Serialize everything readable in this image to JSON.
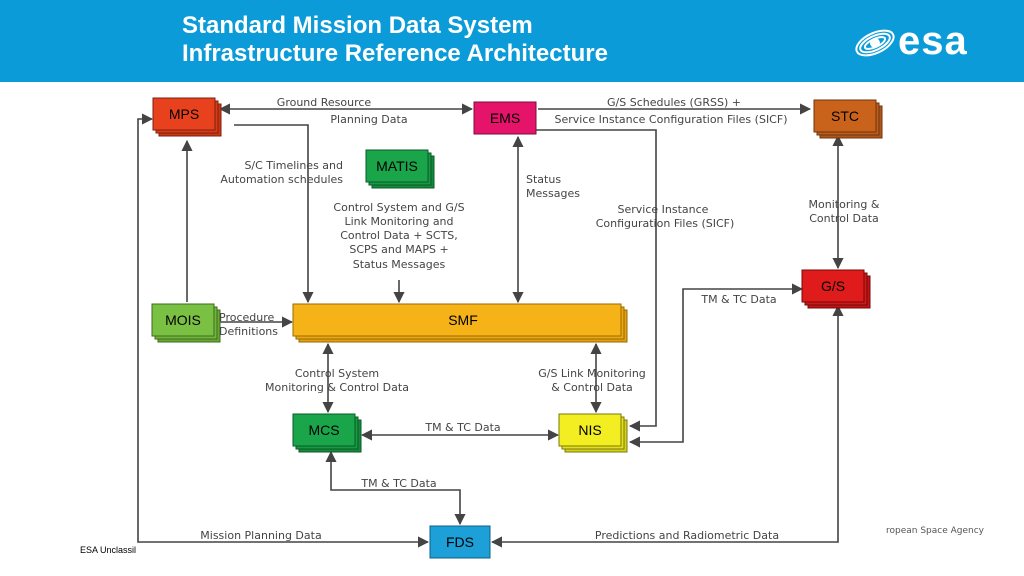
{
  "header": {
    "title_line1": "Standard Mission Data System",
    "title_line2": "Infrastructure Reference Architecture",
    "logo_text": "esa",
    "background_color": "#0a9bd8"
  },
  "footer": {
    "classification": "ESA Unclassil",
    "agency": "ropean Space Agency"
  },
  "nodes": {
    "mps": "MPS",
    "ems": "EMS",
    "stc": "STC",
    "matis": "MATIS",
    "gs": "G/S",
    "mois": "MOIS",
    "smf": "SMF",
    "mcs": "MCS",
    "nis": "NIS",
    "fds": "FDS"
  },
  "node_colors": {
    "mps": "#e8411d",
    "ems": "#e5146a",
    "stc": "#c9621b",
    "matis": "#1aa54a",
    "gs": "#e01b1b",
    "mois": "#7ac143",
    "smf": "#f5b317",
    "mcs": "#1aa54a",
    "nis": "#f2ee21",
    "fds": "#1d9fd8"
  },
  "labels": {
    "ground_resource_1": "Ground Resource",
    "ground_resource_2": "Planning Data",
    "gs_schedules_1": "G/S Schedules (GRSS) +",
    "gs_schedules_2": "Service Instance Configuration Files (SICF)",
    "sc_timelines_1": "S/C Timelines and",
    "sc_timelines_2": "Automation schedules",
    "control_system_1": "Control System and G/S",
    "control_system_2": "Link Monitoring and",
    "control_system_3": "Control Data + SCTS,",
    "control_system_4": "SCPS and MAPS +",
    "control_system_5": "Status Messages",
    "status_messages_1": "Status",
    "status_messages_2": "Messages",
    "service_instance_1": "Service Instance",
    "service_instance_2": "Configuration Files (SICF)",
    "monitoring_control_1": "Monitoring &",
    "monitoring_control_2": "Control Data",
    "tm_tc_gs": "TM & TC Data",
    "procedure_1": "Procedure",
    "procedure_2": "Definitions",
    "cs_monitoring_1": "Control System",
    "cs_monitoring_2": "Monitoring & Control Data",
    "gs_link_1": "G/S Link Monitoring",
    "gs_link_2": "& Control Data",
    "tm_tc_mcs_nis": "TM & TC Data",
    "tm_tc_mcs_fds": "TM & TC Data",
    "mission_planning": "Mission Planning Data",
    "predictions": "Predictions and Radiometric Data"
  }
}
